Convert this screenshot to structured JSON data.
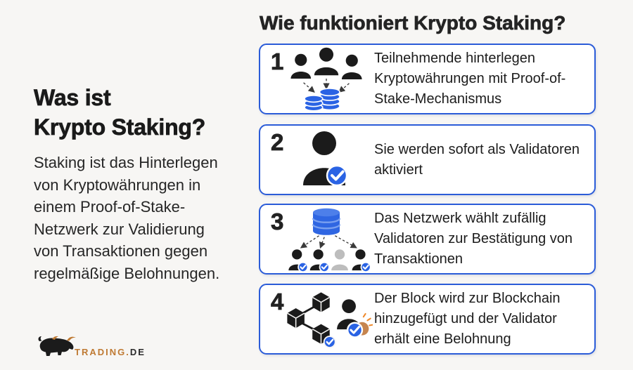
{
  "colors": {
    "background": "#f7f6f4",
    "card_background": "#ffffff",
    "accent_border_blue": "#2b5cd8",
    "icon_blue": "#2a63e4",
    "inactive_gray": "#bdbdbd",
    "coin_orange": "#c6854f",
    "ray_orange": "#ef8a2c",
    "logo_orange": "#bf7a33",
    "text_dark": "#1d1d1d"
  },
  "left": {
    "title_lines": [
      "Was ist",
      "Krypto Staking?"
    ],
    "description_lines": [
      "Staking ist das Hinterlegen",
      "von Kryptowährungen in",
      "einem Proof-of-Stake-",
      "Netzwerk zur Validierung",
      "von Transaktionen gegen",
      "regelmäßige Belohnungen."
    ],
    "logo": {
      "primary": "TRADING.",
      "secondary": "DE"
    }
  },
  "right": {
    "title": "Wie funktioniert Krypto Staking?",
    "steps": [
      {
        "number": "1",
        "icon": "participants-deposit-icon",
        "text": "Teilnehmende hinterlegen Kryptowährungen mit Proof-of-Stake-Mechanismus"
      },
      {
        "number": "2",
        "icon": "validator-activated-icon",
        "text": "Sie werden sofort als Validatoren aktiviert"
      },
      {
        "number": "3",
        "icon": "network-selects-validators-icon",
        "text": "Das Netzwerk wählt zufällig Validatoren zur Bestätigung von Transaktionen"
      },
      {
        "number": "4",
        "icon": "block-added-reward-icon",
        "text": "Der Block wird zur Blockchain hinzugefügt und der Validator erhält eine Belohnung"
      }
    ]
  }
}
